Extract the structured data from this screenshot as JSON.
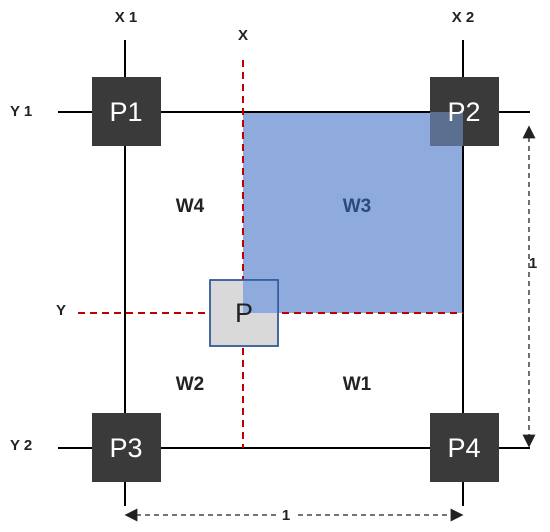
{
  "axes": {
    "x1": "X 1",
    "x2": "X 2",
    "x": "X",
    "y1": "Y 1",
    "y": "Y",
    "y2": "Y 2"
  },
  "points": {
    "p1": "P1",
    "p2": "P2",
    "p3": "P3",
    "p4": "P4",
    "p": "P"
  },
  "regions": {
    "w1": "W1",
    "w2": "W2",
    "w3": "W3",
    "w4": "W4"
  },
  "dimensions": {
    "vertical": "1",
    "horizontal": "1"
  },
  "colors": {
    "corner_box": "#3a3a3a",
    "highlight": "#8faadc",
    "dashed": "#c00000",
    "point_box": "#d9d9d9",
    "point_border": "#2f5597"
  }
}
